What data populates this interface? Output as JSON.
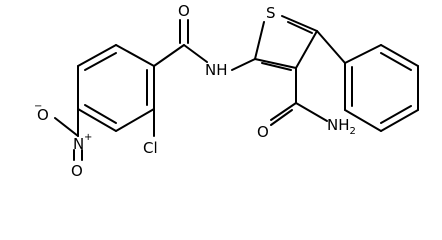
{
  "atoms": {
    "carbonyl_o_top": "O",
    "amide_nh": "NH",
    "thiophene_s": "S",
    "chloro": "Cl",
    "nitro_n": "N",
    "nitro_n_charge": "+",
    "nitro_o_minus": "O",
    "nitro_o_minus_charge": "−",
    "nitro_o_bottom": "O",
    "carboxamide_o": "O",
    "carboxamide_nh2": "NH"
  },
  "subscripts": {
    "nh2_sub": "2"
  }
}
